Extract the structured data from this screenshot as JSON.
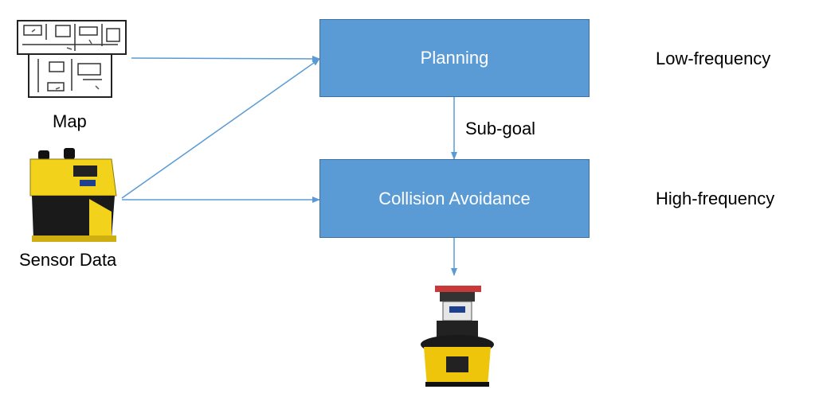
{
  "diagram": {
    "nodes": {
      "map": {
        "label": "Map",
        "image": "floor-plan-map"
      },
      "sensor": {
        "label": "Sensor Data",
        "image": "laser-scanner"
      },
      "planning": {
        "label": "Planning"
      },
      "collision": {
        "label": "Collision Avoidance"
      },
      "robot": {
        "image": "mobile-robot"
      }
    },
    "edge_labels": {
      "subgoal": "Sub-goal"
    },
    "annotations": {
      "low": "Low-frequency",
      "high": "High-frequency"
    },
    "edges": [
      {
        "from": "map",
        "to": "planning"
      },
      {
        "from": "sensor",
        "to": "planning"
      },
      {
        "from": "sensor",
        "to": "collision"
      },
      {
        "from": "planning",
        "to": "collision",
        "label": "Sub-goal"
      },
      {
        "from": "collision",
        "to": "robot"
      }
    ],
    "colors": {
      "box_fill": "#5b9bd5",
      "box_border": "#41719c",
      "arrow": "#5b9bd5",
      "sensor_yellow": "#f2d21a",
      "robot_yellow": "#efc50c"
    }
  }
}
